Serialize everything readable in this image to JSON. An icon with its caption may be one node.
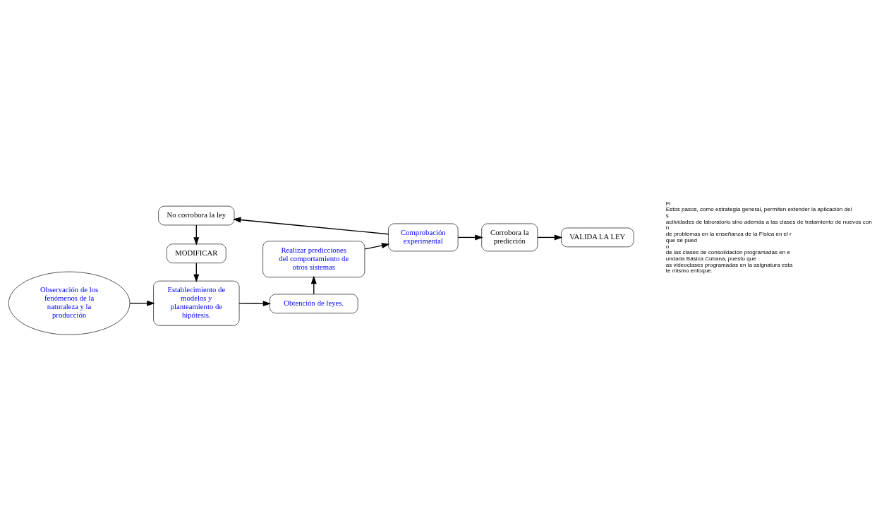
{
  "diagram": {
    "nodes": [
      {
        "text": [
          "Observación de los fenómenos de la naturaleza y la producción"
        ]
      },
      {
        "text": [
          "Establecimiento de modelos y planteamiento de hipótesis."
        ]
      },
      {
        "text": [
          "Obtención de leyes."
        ]
      },
      {
        "text": [
          "Realizar predicciones del comportamiento de otros sistemas"
        ]
      },
      {
        "text": [
          "MODIFICAR"
        ]
      },
      {
        "text": [
          "VALIDA LA LEY"
        ]
      },
      {
        "text": [
          "No corrobora la ley"
        ]
      },
      {
        "text": [
          "Comprobación experimental"
        ]
      },
      {
        "text": [
          "Corrobora la predicción"
        ]
      }
    ],
    "edges": [
      {
        "from": 0,
        "to": 1,
        "arrow": "to"
      },
      {
        "from": 1,
        "to": 2,
        "arrow": "to"
      },
      {
        "from": 2,
        "to": 3,
        "arrow": "to"
      },
      {
        "from": 3,
        "to": 7,
        "arrow": "to"
      },
      {
        "from": 7,
        "to": 6,
        "arrow": "to"
      },
      {
        "from": 7,
        "to": 8,
        "arrow": "to"
      },
      {
        "from": 6,
        "to": 4,
        "arrow": "to"
      },
      {
        "from": 4,
        "to": 1,
        "arrow": "to"
      },
      {
        "from": 8,
        "to": 5,
        "arrow": "to"
      }
    ],
    "labels": [
      "Fi",
      "Estos pasos, como estrategia general, permiten extender la aplicación del",
      "s",
      "actividades de laboratorio sino además a las clases de tratamiento de nuevos con",
      "n",
      "de problemas en la enseñanza de la Física en el r",
      "que se pued",
      "o",
      "de las clases de consolidación programadas en e",
      "undaria Básica Cubana, puesto que",
      "as videoclases programadas en la asignatura esta",
      "te mismo enfoque."
    ]
  }
}
